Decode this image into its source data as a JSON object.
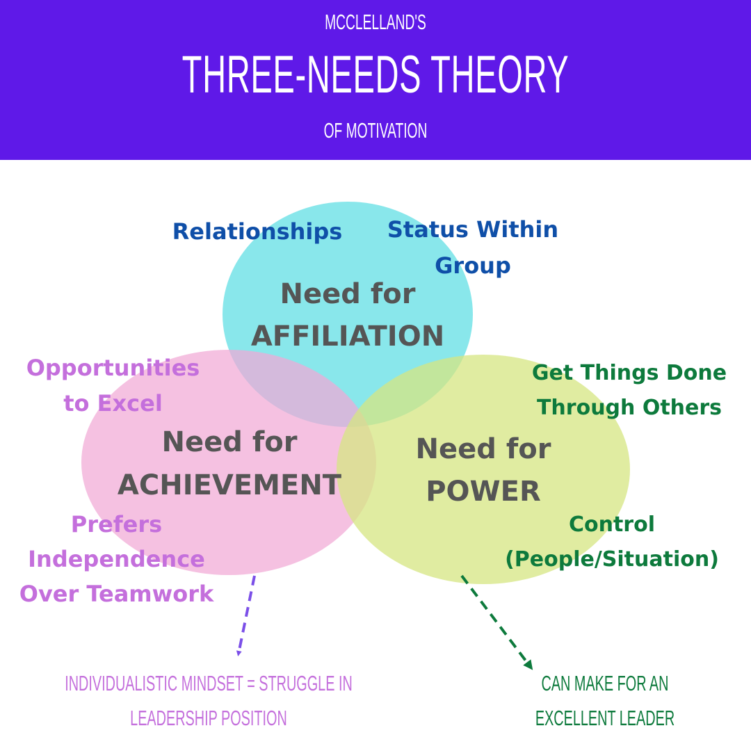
{
  "header": {
    "subtitle_top": "MCCLELLAND'S",
    "title": "THREE-NEEDS THEORY",
    "subtitle_bottom": "OF MOTIVATION",
    "background_color": "#5f19e8"
  },
  "circles": {
    "affiliation": {
      "line1": "Need for",
      "line2": "AFFILIATION",
      "color": "#83e6ea",
      "traits": [
        "Relationships",
        "Status Within",
        "Group"
      ]
    },
    "achievement": {
      "line1": "Need for",
      "line2": "ACHIEVEMENT",
      "color": "#f4b8de",
      "traits": [
        "Opportunities",
        "to Excel",
        "Prefers",
        "Independence",
        "Over Teamwork"
      ]
    },
    "power": {
      "line1": "Need for",
      "line2": "POWER",
      "color": "#dbe991",
      "traits": [
        "Get Things Done",
        "Through Others",
        "Control",
        "(People/Situation)"
      ]
    }
  },
  "outcomes": {
    "achievement": {
      "line1": "INDIVIDUALISTIC MINDSET = STRUGGLE IN",
      "line2": "LEADERSHIP POSITION",
      "color": "#c46fdc",
      "arrow_color": "#7b4fe8"
    },
    "power": {
      "line1": "CAN MAKE FOR AN",
      "line2": "EXCELLENT LEADER",
      "color": "#0d7a3c",
      "arrow_color": "#0d7a3c"
    }
  }
}
